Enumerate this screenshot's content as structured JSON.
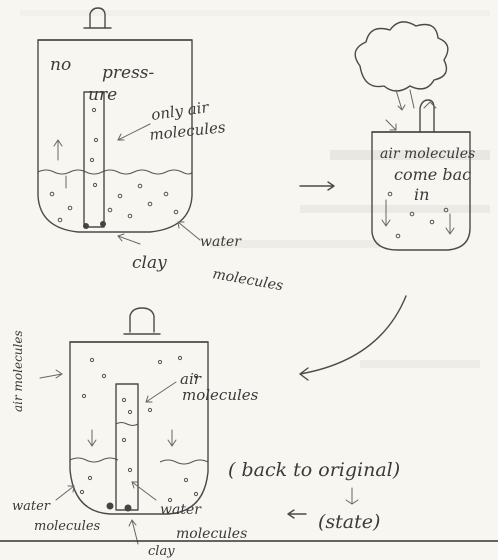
{
  "panel_1": {
    "label_top": "no",
    "label_pressure_1": "press-",
    "label_pressure_2": "ure",
    "label_air_1": "only air",
    "label_air_2": "molecules",
    "label_water_1": "water",
    "label_water_2": "molecules",
    "label_clay": "clay"
  },
  "panel_2": {
    "label_1": "air molecules",
    "label_2": "come bac",
    "label_3": "in"
  },
  "panel_3": {
    "side_label": "air molecules",
    "label_air_1": "air",
    "label_air_2": "molecules",
    "label_water_left_1": "water",
    "label_water_left_2": "molecules",
    "label_water_right_1": "water",
    "label_water_right_2": "molecules",
    "label_clay": "clay"
  },
  "caption": {
    "line_1": "( back to original)",
    "line_2": "(state)"
  }
}
